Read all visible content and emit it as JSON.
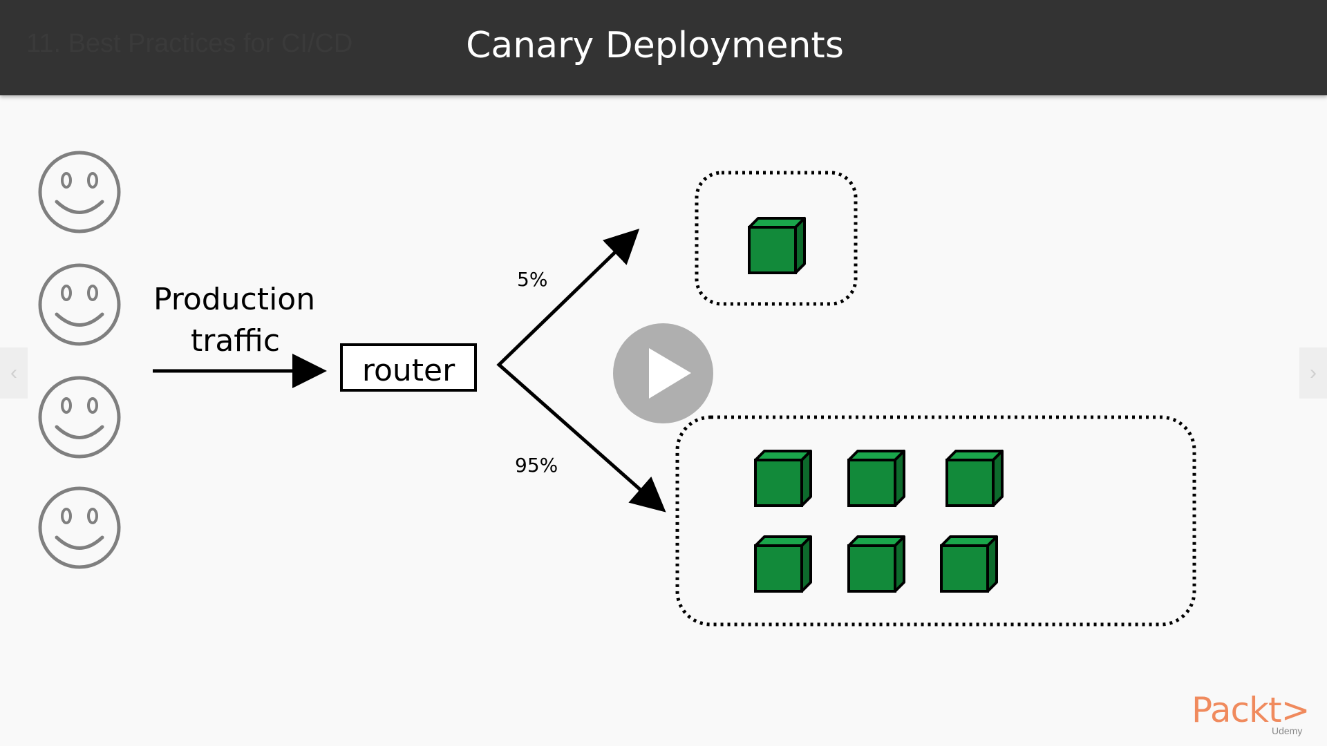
{
  "header": {
    "lecture_title": "11. Best Practices for CI/CD",
    "slide_title": "Canary Deployments"
  },
  "diagram": {
    "traffic_label_line1": "Production",
    "traffic_label_line2": "traffic",
    "router_label": "router",
    "canary_percent": "5%",
    "stable_percent": "95%",
    "user_count": 4,
    "canary_instance_count": 1,
    "stable_instance_count": 6
  },
  "player": {
    "play_icon": "play-icon",
    "prev_icon": "chevron-left-icon",
    "next_icon": "chevron-right-icon"
  },
  "branding": {
    "publisher_logo": "Packt>",
    "platform_mark": "Udemy"
  },
  "colors": {
    "header_bg": "#333333",
    "instance_green": "#128a3a",
    "logo_orange": "#f08a5d"
  }
}
